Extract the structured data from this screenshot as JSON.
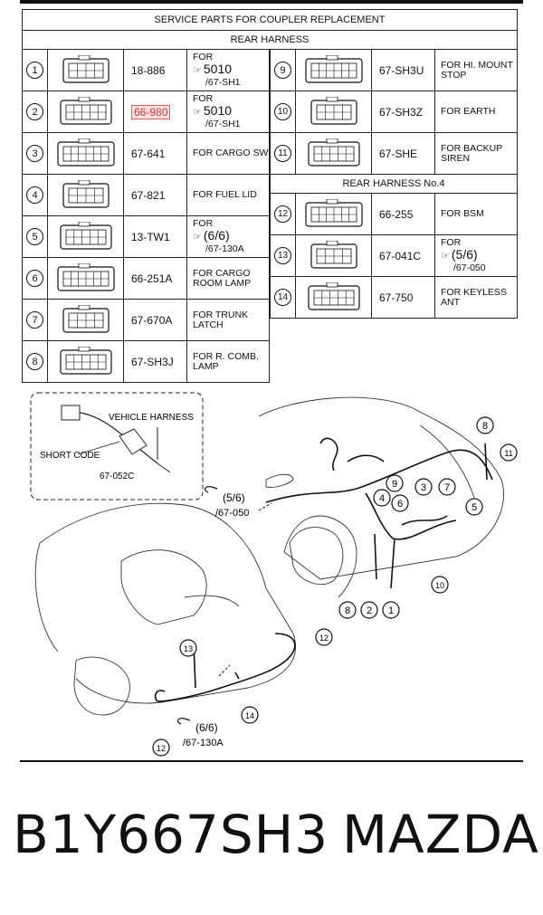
{
  "header": {
    "title": "SERVICE PARTS FOR COUPLER REPLACEMENT",
    "subtitle": "REAR HARNESS",
    "section2": "REAR HARNESS No.4"
  },
  "left_rows": [
    {
      "num": "1",
      "part": "18-886",
      "desc_top": "FOR",
      "desc_main": "5010",
      "desc_sub": "/67-SH1",
      "ref": true
    },
    {
      "num": "2",
      "part": "66-980",
      "desc_top": "FOR",
      "desc_main": "5010",
      "desc_sub": "/67-SH1",
      "ref": true,
      "highlight": true
    },
    {
      "num": "3",
      "part": "67-641",
      "desc": "FOR CARGO SW"
    },
    {
      "num": "4",
      "part": "67-821",
      "desc": "FOR FUEL LID"
    },
    {
      "num": "5",
      "part": "13-TW1",
      "desc_top": "FOR",
      "desc_main": "(6/6)",
      "desc_sub": "/67-130A",
      "ref": true
    },
    {
      "num": "6",
      "part": "66-251A",
      "desc": "FOR CARGO ROOM LAMP"
    },
    {
      "num": "7",
      "part": "67-670A",
      "desc": "FOR TRUNK LATCH"
    },
    {
      "num": "8",
      "part": "67-SH3J",
      "desc": "FOR R. COMB. LAMP"
    }
  ],
  "right_rows_top": [
    {
      "num": "9",
      "part": "67-SH3U",
      "desc": "FOR HI. MOUNT STOP"
    },
    {
      "num": "10",
      "part": "67-SH3Z",
      "desc": "FOR EARTH"
    },
    {
      "num": "11",
      "part": "67-SHE",
      "desc": "FOR BACKUP SIREN"
    }
  ],
  "right_rows_bottom": [
    {
      "num": "12",
      "part": "66-255",
      "desc": "FOR BSM"
    },
    {
      "num": "13",
      "part": "67-041C",
      "desc_top": "FOR",
      "desc_main": "(5/6)",
      "desc_sub": "/67-050",
      "ref": true
    },
    {
      "num": "14",
      "part": "67-750",
      "desc": "FOR KEYLESS ANT"
    }
  ],
  "inset": {
    "vehicle_harness": "VEHICLE HARNESS",
    "short_code": "SHORT CODE",
    "short_code_part": "67-052C"
  },
  "callouts": {
    "ref1_main": "(5/6)",
    "ref1_sub": "/67-050",
    "ref2_main": "(6/6)",
    "ref2_sub": "/67-130A",
    "nums": [
      "1",
      "2",
      "3",
      "4",
      "5",
      "6",
      "7",
      "8",
      "9",
      "10",
      "11",
      "12",
      "13",
      "14"
    ]
  },
  "footer": {
    "code": "B1Y667SH3",
    "brand": "MAZDA"
  }
}
